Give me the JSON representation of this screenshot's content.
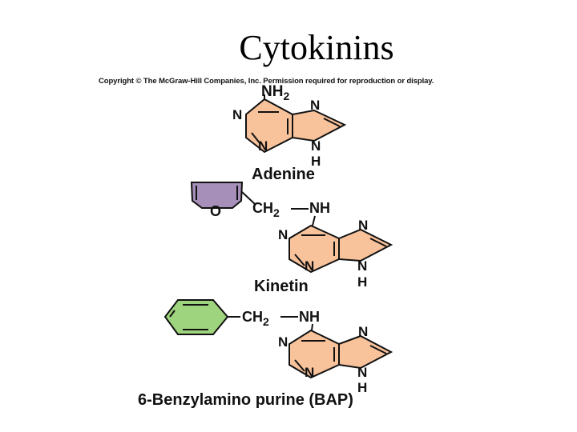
{
  "title": "Cytokinins",
  "copyright": "Copyright © The McGraw-Hill Companies, Inc. Permission required for reproduction or display.",
  "colors": {
    "purine_fill": "#f8c29b",
    "furan_fill": "#a68fb8",
    "benzene_fill": "#9fd47e",
    "bond": "#111111"
  },
  "molecules": {
    "adenine": {
      "name": "Adenine",
      "substituent": "NH2",
      "atoms": {
        "n1": "N",
        "n7": "N",
        "n3": "N",
        "n9": "N",
        "h9": "H"
      }
    },
    "kinetin": {
      "name": "Kinetin",
      "side_chain": {
        "ring_oxygen": "O",
        "linker": "CH2",
        "amine": "NH"
      },
      "atoms": {
        "n1": "N",
        "n7": "N",
        "n3": "N",
        "n9": "N",
        "h9": "H"
      }
    },
    "bap": {
      "name": "6-Benzylamino purine (BAP)",
      "side_chain": {
        "linker": "CH2",
        "amine": "NH"
      },
      "atoms": {
        "n1": "N",
        "n7": "N",
        "n3": "N",
        "n9": "N",
        "h9": "H"
      }
    }
  }
}
